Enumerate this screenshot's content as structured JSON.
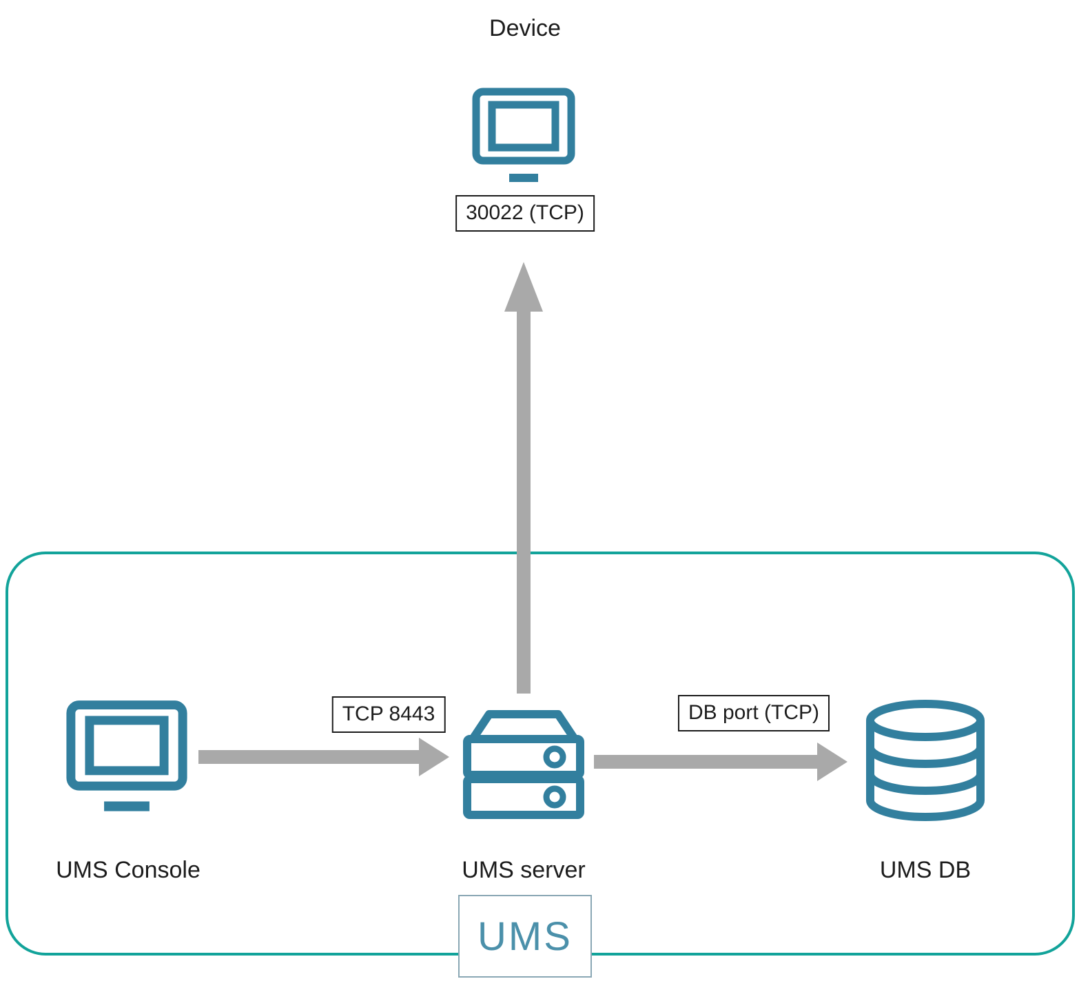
{
  "colors": {
    "icon": "#327f9e",
    "boundary": "#12a39a",
    "arrow": "#a9a9a9",
    "text": "#1c1c1c"
  },
  "nodes": {
    "device": {
      "label": "Device"
    },
    "ums_console": {
      "label": "UMS Console"
    },
    "ums_server": {
      "label": "UMS server"
    },
    "ums_db": {
      "label": "UMS DB"
    }
  },
  "connections": {
    "server_to_device": {
      "port_label": "30022 (TCP)"
    },
    "console_to_server": {
      "port_label": "TCP 8443"
    },
    "server_to_db": {
      "port_label": "DB port (TCP)"
    }
  },
  "group": {
    "logo": "UMS"
  }
}
